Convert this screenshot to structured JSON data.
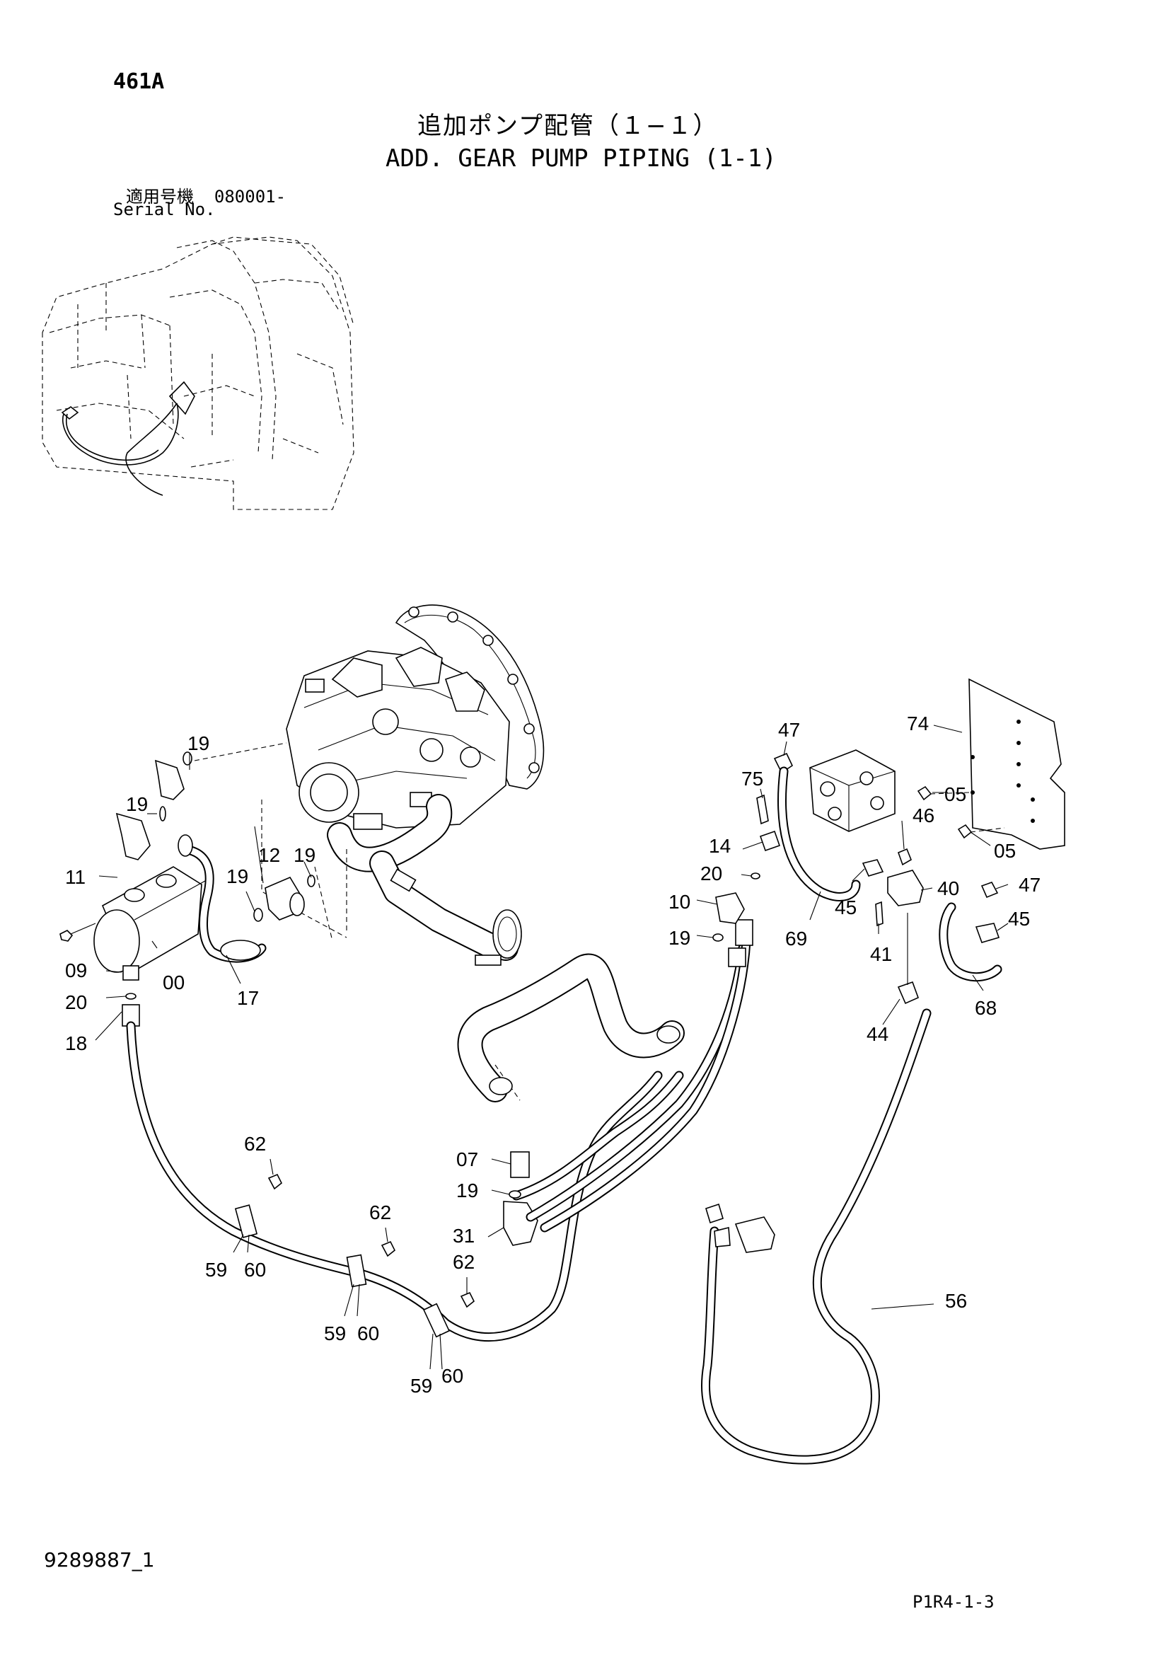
{
  "header": {
    "page_number": "461A",
    "title_jp": "追加ポンプ配管（１−１）",
    "title_en": "ADD. GEAR PUMP PIPING (1-1)",
    "serial_label_jp": "適用号機",
    "serial_value": "080001-",
    "serial_label_en": "Serial No."
  },
  "footer": {
    "doc_number": "9289887_1",
    "sheet_code": "P1R4-1-3"
  },
  "callouts": [
    {
      "id": "c-19a",
      "text": "19"
    },
    {
      "id": "c-19b",
      "text": "19"
    },
    {
      "id": "c-11",
      "text": "11"
    },
    {
      "id": "c-12",
      "text": "12"
    },
    {
      "id": "c-19c",
      "text": "19"
    },
    {
      "id": "c-19d",
      "text": "19"
    },
    {
      "id": "c-09",
      "text": "09"
    },
    {
      "id": "c-00",
      "text": "00"
    },
    {
      "id": "c-17",
      "text": "17"
    },
    {
      "id": "c-20a",
      "text": "20"
    },
    {
      "id": "c-18",
      "text": "18"
    },
    {
      "id": "c-62a",
      "text": "62"
    },
    {
      "id": "c-62b",
      "text": "62"
    },
    {
      "id": "c-62c",
      "text": "62"
    },
    {
      "id": "c-59a",
      "text": "59"
    },
    {
      "id": "c-60a",
      "text": "60"
    },
    {
      "id": "c-59b",
      "text": "59"
    },
    {
      "id": "c-60b",
      "text": "60"
    },
    {
      "id": "c-59c",
      "text": "59"
    },
    {
      "id": "c-60c",
      "text": "60"
    },
    {
      "id": "c-07",
      "text": "07"
    },
    {
      "id": "c-19e",
      "text": "19"
    },
    {
      "id": "c-31",
      "text": "31"
    },
    {
      "id": "c-47a",
      "text": "47"
    },
    {
      "id": "c-74",
      "text": "74"
    },
    {
      "id": "c-75",
      "text": "75"
    },
    {
      "id": "c-05a",
      "text": "05"
    },
    {
      "id": "c-05b",
      "text": "05"
    },
    {
      "id": "c-14",
      "text": "14"
    },
    {
      "id": "c-46",
      "text": "46"
    },
    {
      "id": "c-20b",
      "text": "20"
    },
    {
      "id": "c-40",
      "text": "40"
    },
    {
      "id": "c-47b",
      "text": "47"
    },
    {
      "id": "c-10",
      "text": "10"
    },
    {
      "id": "c-45a",
      "text": "45"
    },
    {
      "id": "c-45b",
      "text": "45"
    },
    {
      "id": "c-19f",
      "text": "19"
    },
    {
      "id": "c-69",
      "text": "69"
    },
    {
      "id": "c-41",
      "text": "41"
    },
    {
      "id": "c-68",
      "text": "68"
    },
    {
      "id": "c-44",
      "text": "44"
    },
    {
      "id": "c-56",
      "text": "56"
    }
  ]
}
